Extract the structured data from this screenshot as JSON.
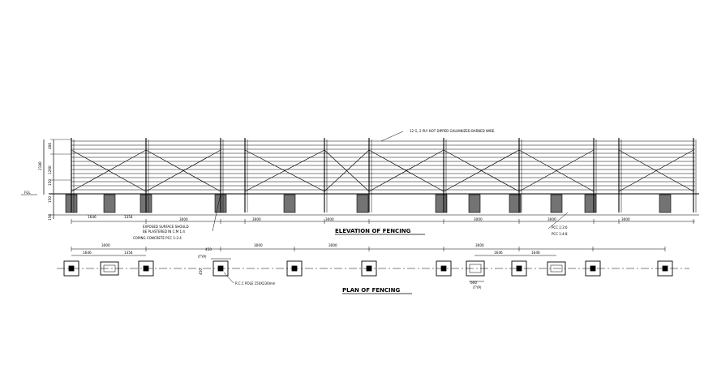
{
  "elevation": {
    "title": "ELEVATION OF FENCING",
    "note_wire": "12 G, 2 PLY HOT DIPPED GALVANIZED BARBED WIRE.",
    "note_surface": "EXPOSED SURFACE SHOULD",
    "note_plaster": "BE PLASTERED IN C:M 1:4",
    "note_coping": "COPING CONCRETE PCC 1:2:4",
    "note_pcc": "PCC 1:3:6",
    "note_pcc2": "PCC 1:4:8",
    "label_fgl": "FGL",
    "dims_left": [
      "400",
      "1260",
      "150",
      "2180",
      "150",
      "150"
    ],
    "dims_bottom": [
      "1646",
      "1354",
      "3000",
      "3000",
      "3000",
      "3000",
      "3000",
      "3000"
    ]
  },
  "plan": {
    "title": "PLAN OF FENCING",
    "note_pole": "R.C.C POLE 150X230mm",
    "dims_top": [
      "3000",
      "1646",
      "1354",
      "450",
      "3000",
      "3000",
      "3000",
      "1646",
      "1646"
    ],
    "note_typ": "(TYP)",
    "dim_small": [
      "600",
      "450"
    ]
  }
}
